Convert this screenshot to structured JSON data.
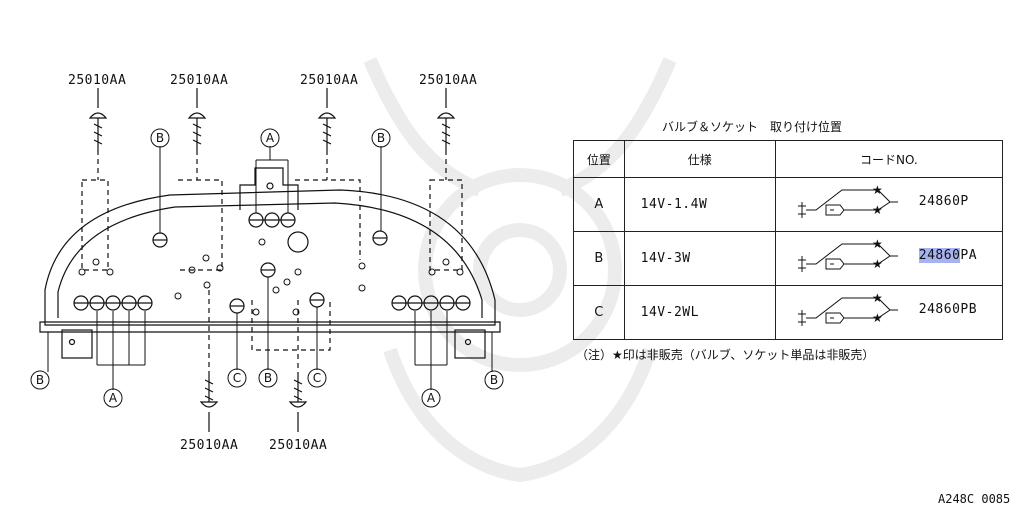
{
  "diagram": {
    "part_labels": {
      "top_1": "25010AA",
      "top_2": "25010AA",
      "top_3": "25010AA",
      "top_4": "25010AA",
      "bottom_1": "25010AA",
      "bottom_2": "25010AA"
    },
    "callouts": {
      "a": "A",
      "b": "B",
      "c": "C"
    },
    "figure_id": "A248C 0085"
  },
  "table": {
    "title": "バルブ＆ソケット　取り付け位置",
    "headers": [
      "位置",
      "仕様",
      "コードNO."
    ],
    "rows": [
      {
        "position": "A",
        "spec": "14V-1.4W",
        "code": "24860P",
        "highlight": ""
      },
      {
        "position": "B",
        "spec": "14V-3W",
        "code": "24860PA",
        "highlight": "24860"
      },
      {
        "position": "C",
        "spec": "14V-2WL",
        "code": "24860PB",
        "highlight": ""
      }
    ],
    "note": "（注）★印は非販売（バルブ、ソケット単品は非販売）"
  },
  "colors": {
    "highlight": "#a7b3f0",
    "ink": "#111111"
  }
}
